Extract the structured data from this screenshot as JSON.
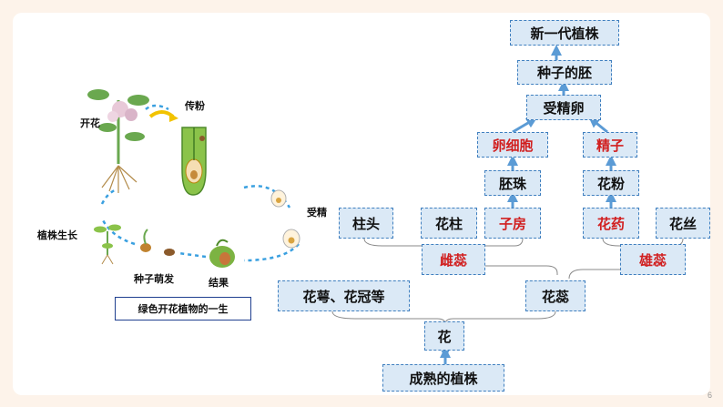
{
  "page_number": "6",
  "lifecycle": {
    "caption": "绿色开花植物的一生",
    "labels": {
      "flowering": "开花",
      "pollination": "传粉",
      "fertilization": "受精",
      "fruiting": "结果",
      "germination": "种子萌发",
      "growth": "植株生长"
    }
  },
  "tree": {
    "new_generation": "新一代植株",
    "embryo": "种子的胚",
    "zygote": "受精卵",
    "egg_cell": "卵细胞",
    "sperm": "精子",
    "ovule": "胚珠",
    "pollen": "花粉",
    "stigma": "柱头",
    "style": "花柱",
    "ovary": "子房",
    "anther": "花药",
    "filament": "花丝",
    "pistil": "雌蕊",
    "stamen": "雄蕊",
    "sepal_petal": "花萼、花冠等",
    "pistil_stamen": "花蕊",
    "flower": "花",
    "mature_plant": "成熟的植株"
  },
  "colors": {
    "box_fill": "#dbe9f6",
    "box_border": "#3f7fbf",
    "highlight_text": "#d11f1f",
    "arrow": "#5b9bd5",
    "page_background": "#fdf3ea"
  }
}
